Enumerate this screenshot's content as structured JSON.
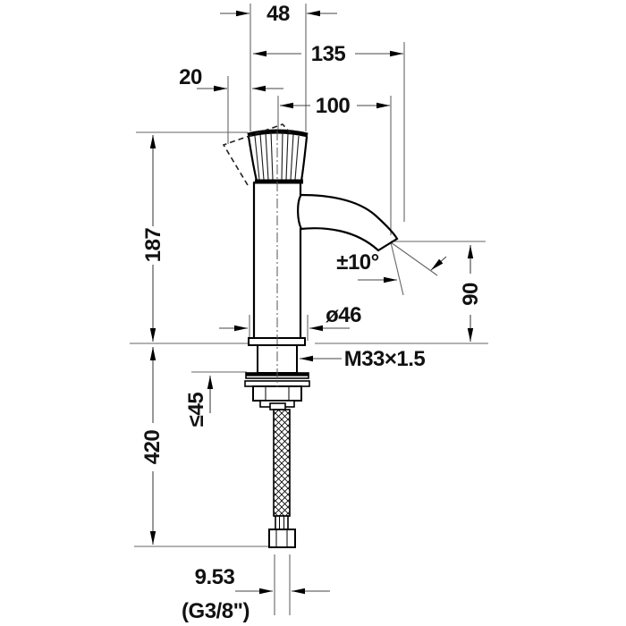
{
  "drawing": {
    "subject": "basin faucet technical dimension drawing, side view",
    "units": "mm",
    "colors": {
      "object_line": "#000000",
      "construction_line": "#666666",
      "background": "#ffffff"
    }
  },
  "dims": {
    "d48": "48",
    "d135": "135",
    "d20": "20",
    "d100": "100",
    "d187": "187",
    "d420": "420",
    "d90": "90",
    "dmax45": "≤45",
    "dangle": "±10°",
    "ddia": "ø46",
    "dthread": "M33×1.5",
    "dhose": "9.53",
    "dhose_thread": "(G3/8\")"
  }
}
